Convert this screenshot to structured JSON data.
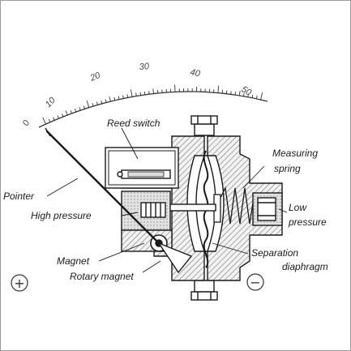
{
  "scale": {
    "ticks": [
      "0",
      "10",
      "20",
      "30",
      "40",
      "50"
    ]
  },
  "labels": {
    "reed_switch": "Reed switch",
    "measuring": "Measuring",
    "spring": "spring",
    "pointer": "Pointer",
    "high_pressure": "High pressure",
    "low": "Low",
    "pressure": "pressure",
    "magnet": "Magnet",
    "separation": "Separation",
    "diaphragm": "diaphragm",
    "rotary_magnet": "Rotary magnet"
  },
  "symbols": {
    "plus": "+",
    "minus": "−"
  },
  "colors": {
    "ink": "#1a1a1a",
    "hatch_gray": "#bdbdbd",
    "light_gray": "#e6e6e6",
    "frame": "#9a9a9a"
  }
}
